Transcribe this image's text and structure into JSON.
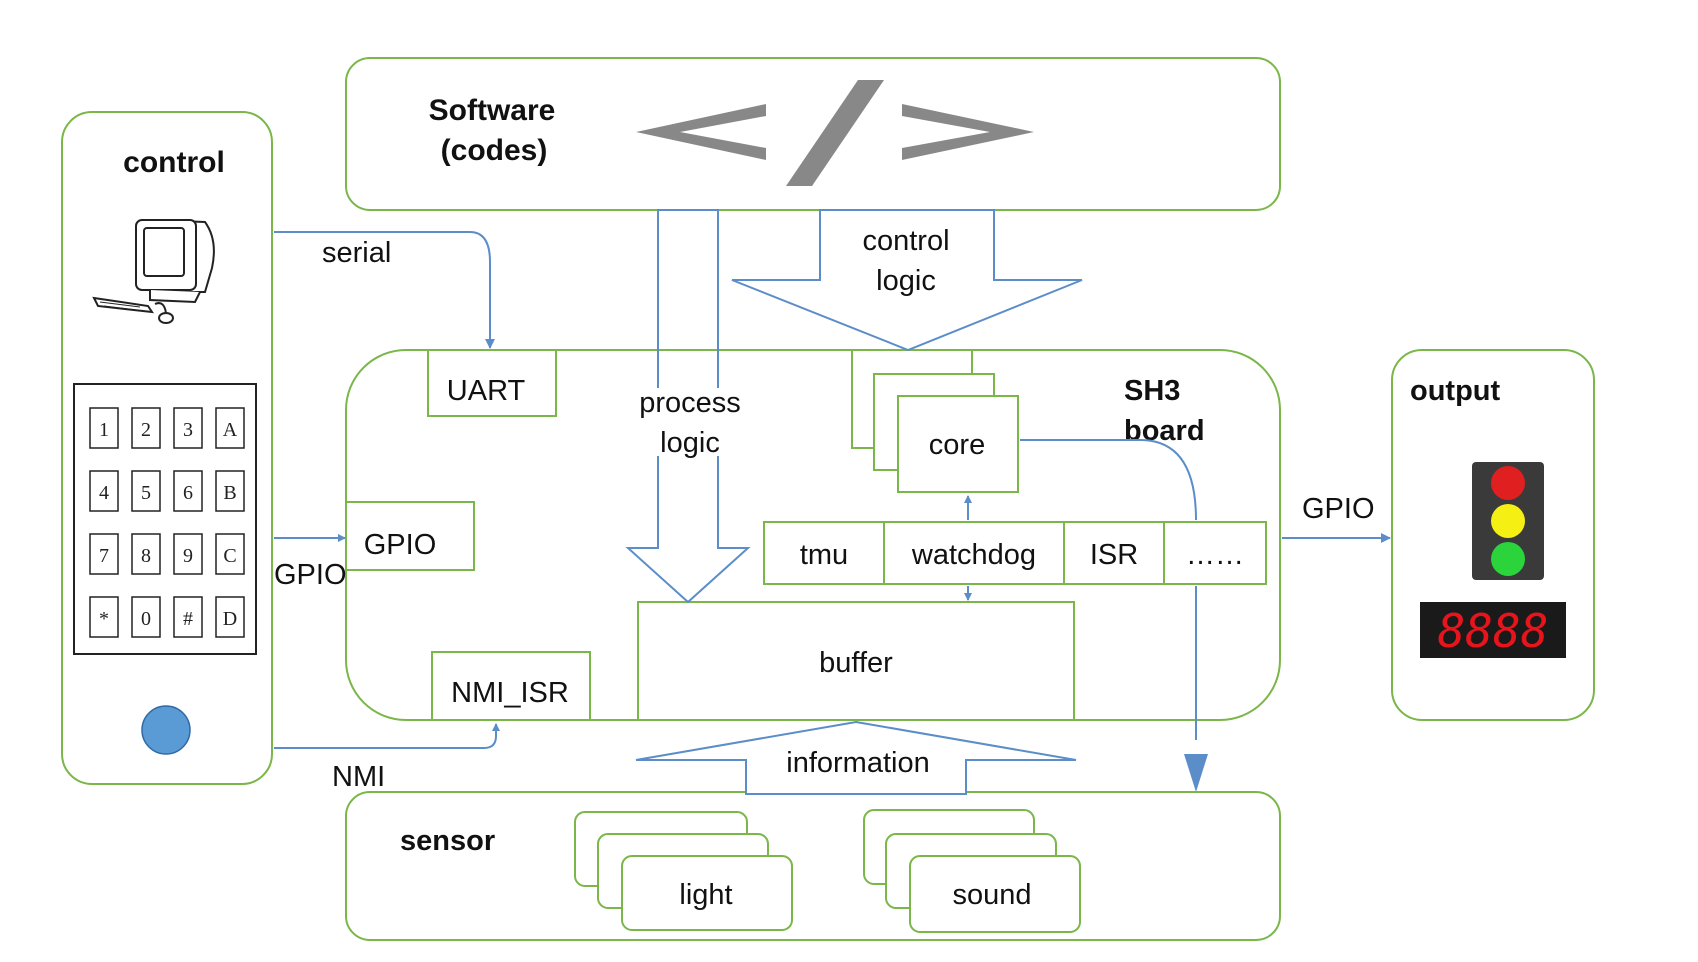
{
  "colors": {
    "box_border": "#7ab648",
    "arrow": "#5b8ec9",
    "text": "#111111",
    "code_icon": "#888888",
    "led_red": "#e02020",
    "led_yellow": "#f5ef14",
    "led_green": "#2ad43a",
    "segment_display": "#e8141c",
    "button": "#5a9bd5"
  },
  "software": {
    "title_line1": "Software",
    "title_line2": "(codes)",
    "icon": "code-brackets-icon"
  },
  "control": {
    "title": "control",
    "computer_icon": "desktop-computer-icon",
    "keypad_keys": [
      "1",
      "2",
      "3",
      "A",
      "4",
      "5",
      "6",
      "B",
      "7",
      "8",
      "9",
      "C",
      "*",
      "0",
      "#",
      "D"
    ],
    "button_icon": "push-button-icon"
  },
  "board": {
    "title_line1": "SH3",
    "title_line2": "board",
    "uart": "UART",
    "gpio": "GPIO",
    "nmi_isr": "NMI_ISR",
    "core": "core",
    "buffer": "buffer",
    "peripherals": [
      "tmu",
      "watchdog",
      "ISR",
      "……"
    ]
  },
  "output": {
    "title": "output",
    "traffic_light_icon": "traffic-light-icon",
    "display_text": "8888"
  },
  "sensor": {
    "title": "sensor",
    "light": "light",
    "sound": "sound"
  },
  "connections": {
    "serial": "serial",
    "gpio_in": "GPIO",
    "nmi": "NMI",
    "gpio_out": "GPIO",
    "control_logic_line1": "control",
    "control_logic_line2": "logic",
    "process_logic_line1": "process",
    "process_logic_line2": "logic",
    "information": "information"
  }
}
